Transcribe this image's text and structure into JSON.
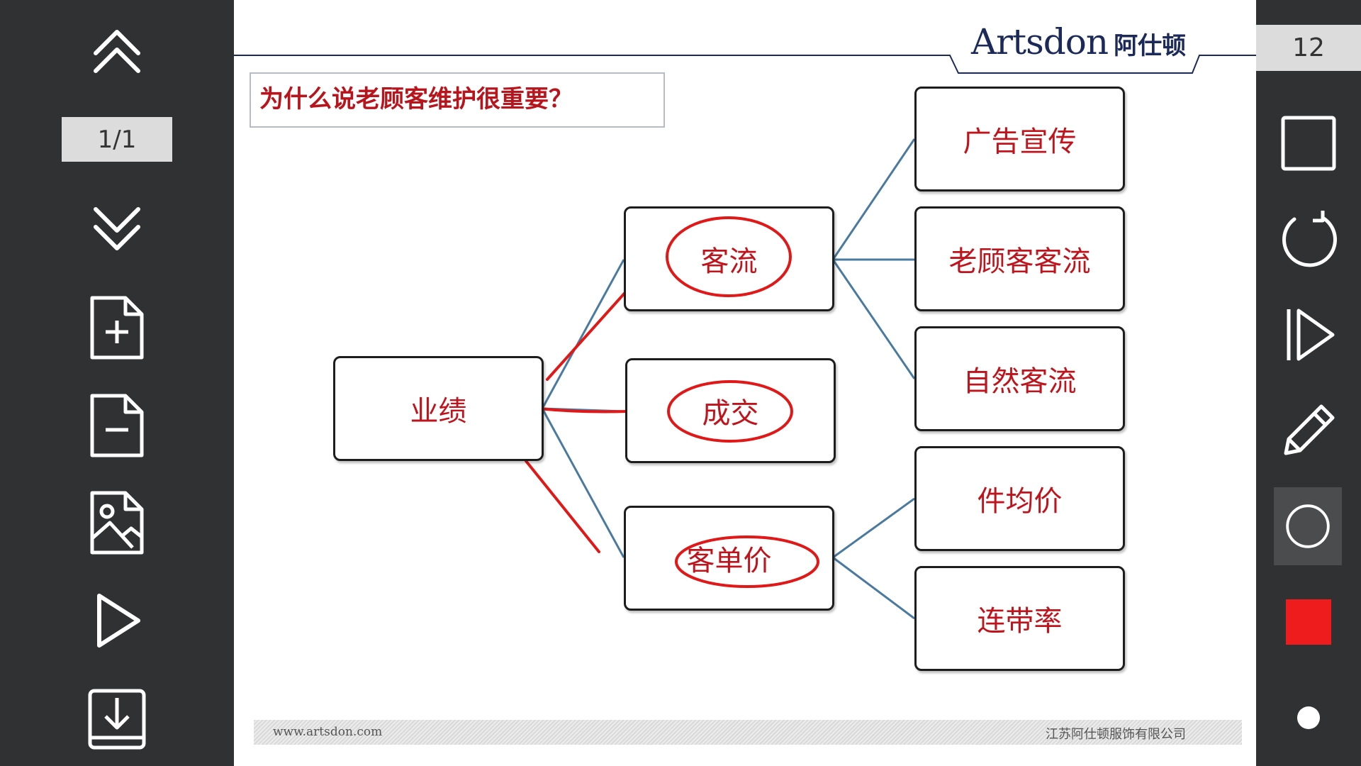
{
  "left_toolbar": {
    "page_indicator": "1/1",
    "buttons": [
      "page-up-icon",
      "page-down-icon",
      "add-page-icon",
      "remove-page-icon",
      "image-icon",
      "play-icon",
      "download-icon"
    ]
  },
  "right_toolbar": {
    "page_number": "12",
    "tools": [
      "rectangle-icon",
      "undo-icon",
      "next-slide-icon",
      "pen-icon",
      "circle-icon",
      "color-swatch-icon",
      "brush-size-dot-icon"
    ],
    "active_color": "#ee1c1c"
  },
  "slide": {
    "title": "为什么说老顾客维护很重要？",
    "logo_main": "Artsdon",
    "logo_cn": "阿仕顿",
    "footer_left": "www.artsdon.com",
    "footer_right": "江苏阿仕顿服饰有限公司",
    "nodes": {
      "root": "业绩",
      "mid_top": "客流",
      "mid_center": "成交",
      "mid_bottom": "客单价",
      "right_1": "广告宣传",
      "right_2": "老顾客客流",
      "right_3": "自然客流",
      "right_4": "件均价",
      "right_5": "连带率"
    }
  },
  "colors": {
    "toolbar_bg": "#2f3133",
    "text_red": "#c0141c",
    "connector": "#4a7aa0",
    "annotation_red": "#e01818"
  }
}
